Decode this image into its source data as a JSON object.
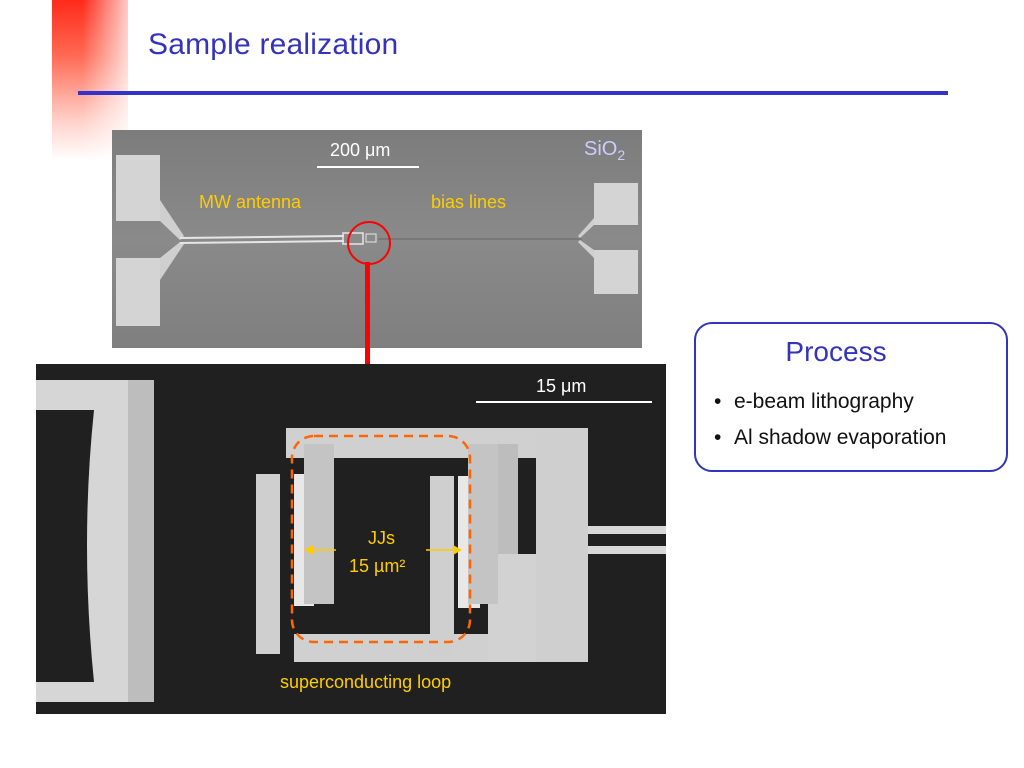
{
  "slide": {
    "title": "Sample realization"
  },
  "top_image": {
    "scale_bar": "200 μm",
    "material": "SiO",
    "material_subscript": "2",
    "labels": {
      "antenna": "MW antenna",
      "bias": "bias lines"
    }
  },
  "bottom_image": {
    "scale_bar": "15 μm",
    "junctions_label": "JJs",
    "junctions_area": "15 µm²",
    "loop_label": "superconducting loop"
  },
  "process": {
    "heading": "Process",
    "items": [
      {
        "text": "e-beam lithography"
      },
      {
        "text": "Al shadow evaporation"
      }
    ]
  },
  "colors": {
    "title": "#3333bb",
    "rule": "#3333cc",
    "label": "#ffcc00",
    "highlight_circle": "#ff0000",
    "arrow": "#ff0000",
    "loop_outline": "#ff6600"
  }
}
